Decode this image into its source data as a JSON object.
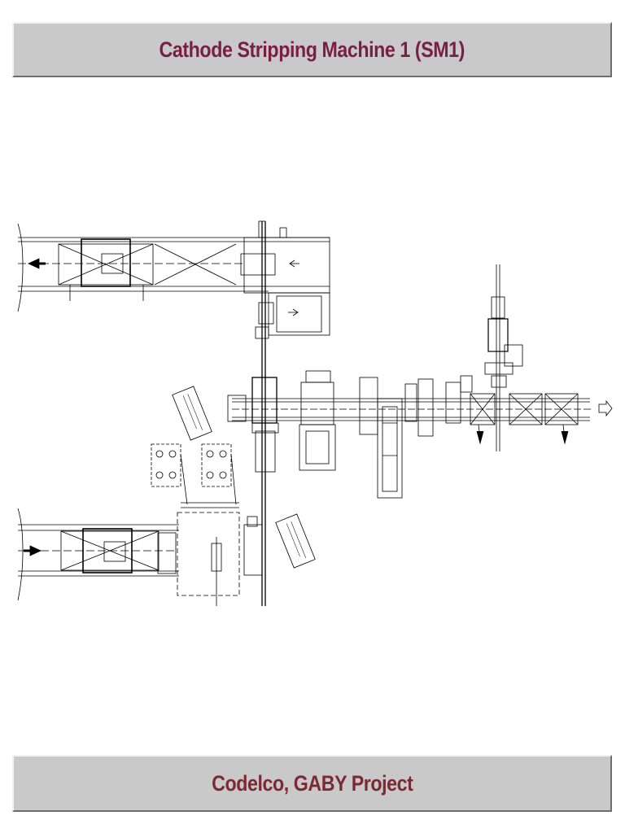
{
  "header": {
    "title": "Cathode Stripping Machine 1 (SM1)"
  },
  "footer": {
    "text": "Codelco, GABY Project"
  },
  "colors": {
    "header_text": "#7a1f44",
    "footer_text": "#7b2a34",
    "banner_fill": "#c9c9c9",
    "line": "#000000"
  },
  "drawing": {
    "subject": "plan-view layout of cathode stripping machine with conveyors",
    "arrows": [
      "left",
      "left",
      "right",
      "right",
      "right-outline"
    ]
  }
}
